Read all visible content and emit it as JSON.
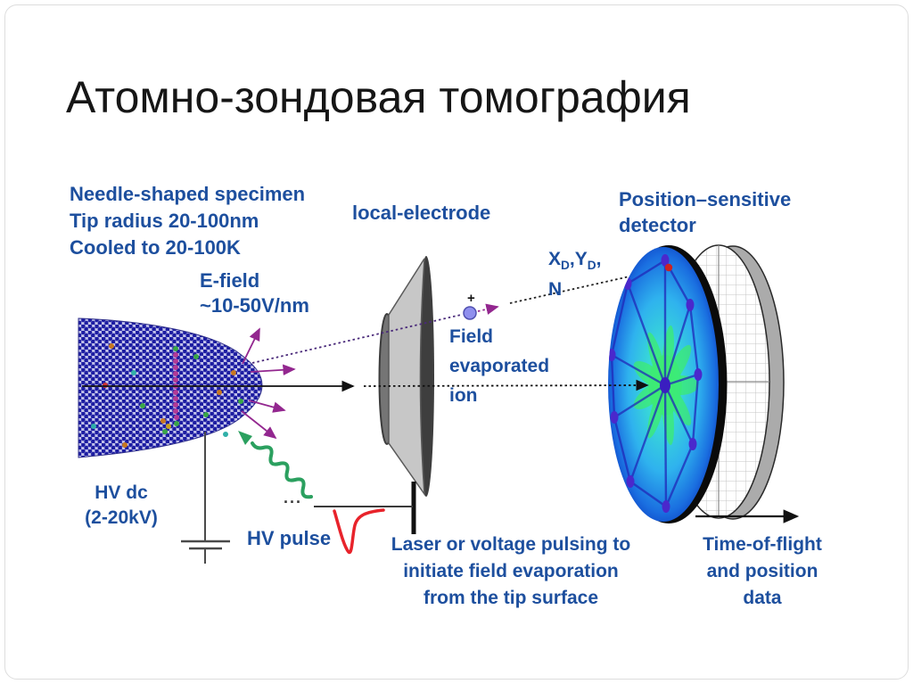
{
  "title": "Атомно-зондовая томография",
  "labels": {
    "specimen": {
      "line1": "Needle-shaped specimen",
      "line2": "Tip radius 20-100nm",
      "line3": "Cooled to 20-100K"
    },
    "efield": {
      "line1": "E-field",
      "line2": "~10-50V/nm"
    },
    "electrode": "local-electrode",
    "detector": {
      "line1": "Position–sensitive",
      "line2": "detector"
    },
    "coords": {
      "x": "X",
      "x_sub": "D",
      "comma1": ",",
      "y": "Y",
      "y_sub": "D",
      "comma2": ",",
      "n": "N"
    },
    "ion": {
      "line1": "Field",
      "line2": "evaporated",
      "line3": "ion"
    },
    "ion_charge": "+",
    "hv_dc": {
      "line1": "HV dc",
      "line2": "(2-20kV)"
    },
    "hv_pulse": "HV pulse",
    "ellipsis": "...",
    "pulsing": {
      "line1": "Laser or voltage pulsing to",
      "line2": "initiate field evaporation",
      "line3": "from the tip surface"
    },
    "tof": {
      "line1": "Time-of-flight",
      "line2": "and position",
      "line3": "data"
    }
  },
  "icons": {
    "laser": "laser-wavy-arrow",
    "ground": "ground-symbol",
    "pulse_waveform": "negative-voltage-pulse",
    "ion_trajectory": "dotted-trajectory-arrow"
  },
  "colors": {
    "label_blue": "#1d4f9e",
    "title_text": "#161616",
    "arrow_magenta": "#93278f",
    "laser_green": "#2ba05f",
    "pulse_red": "#e8232b",
    "atom_navy": "#1d1da2",
    "specimen_fill": "#c2c2ea",
    "electrode_gray": "#c7c7c7",
    "detector_blue": "#1a6ee0",
    "detector_cyan": "#35d8d8",
    "detector_green": "#3ef060",
    "impact_red": "#cc2222"
  }
}
